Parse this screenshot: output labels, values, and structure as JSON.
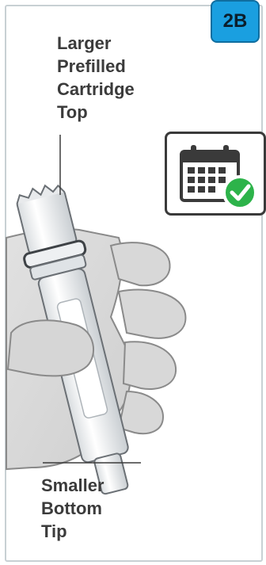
{
  "step": {
    "label": "2B"
  },
  "labels": {
    "top": [
      "Larger",
      "Prefilled",
      "Cartridge",
      "Top"
    ],
    "bottom": [
      "Smaller",
      "Bottom",
      "Tip"
    ]
  },
  "icons": {
    "calendar": "calendar-check-icon"
  },
  "colors": {
    "badge": "#1a9fe0",
    "check": "#2db34a",
    "calendar_dark": "#3a3a3a",
    "label_text": "#3b3b3b",
    "border": "#c8d0d4"
  }
}
